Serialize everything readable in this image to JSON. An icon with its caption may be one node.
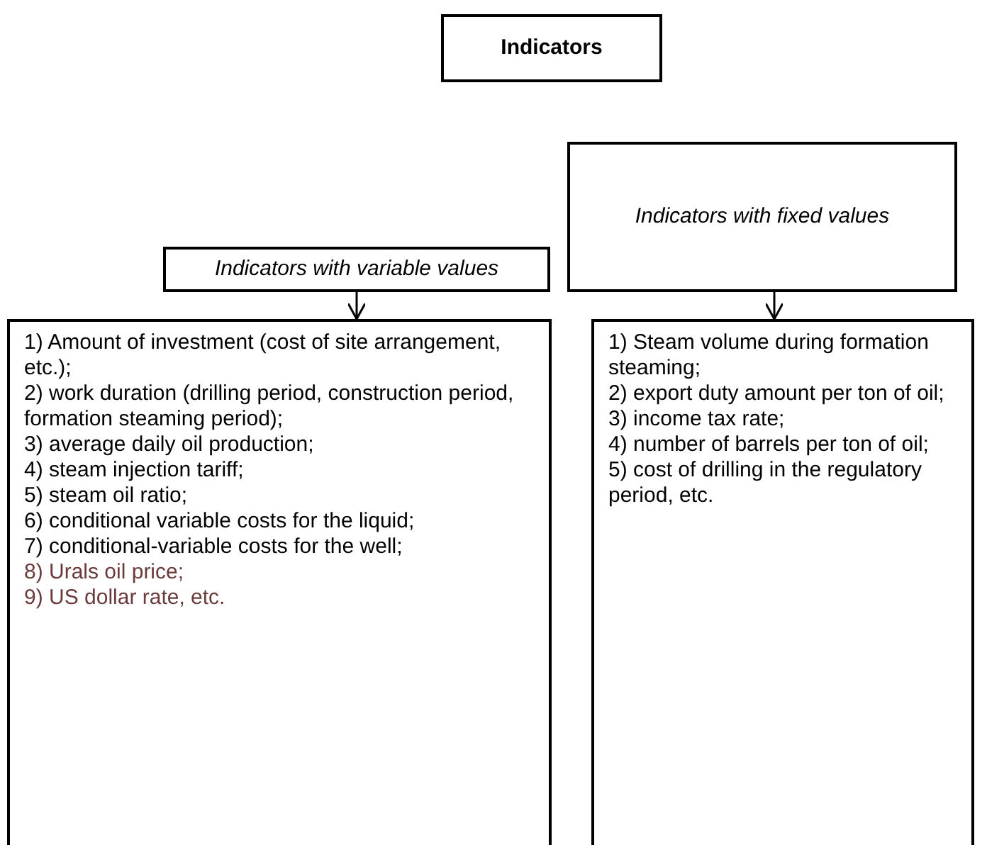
{
  "diagram": {
    "nodes": [
      {
        "text": [
          "Indicators"
        ]
      },
      {
        "text": [
          "Indicators with variable values"
        ]
      },
      {
        "text": [
          "Indicators with fixed values"
        ]
      },
      {
        "text": [
          "1) Amount of investment (cost of site arrangement, etc.);",
          "2) work duration (drilling period, construction period, formation steaming period);",
          "3) average daily oil production;",
          "4) steam injection tariff;",
          "5) steam oil ratio;",
          "6) conditional variable costs for the liquid;",
          "7) conditional-variable costs for the well;",
          "8) Urals oil price;",
          "9) US dollar rate, etc."
        ]
      },
      {
        "text": [
          "1) Steam volume during formation steaming;",
          "2) export duty amount per ton of oil;",
          "3) income tax rate;",
          "4) number of barrels per ton of oil;",
          "5) cost of drilling in the regulatory period, etc."
        ]
      }
    ],
    "edges": [
      {
        "from": 1,
        "to": 3,
        "arrow": "to"
      },
      {
        "from": 2,
        "to": 4,
        "arrow": "to"
      }
    ]
  }
}
